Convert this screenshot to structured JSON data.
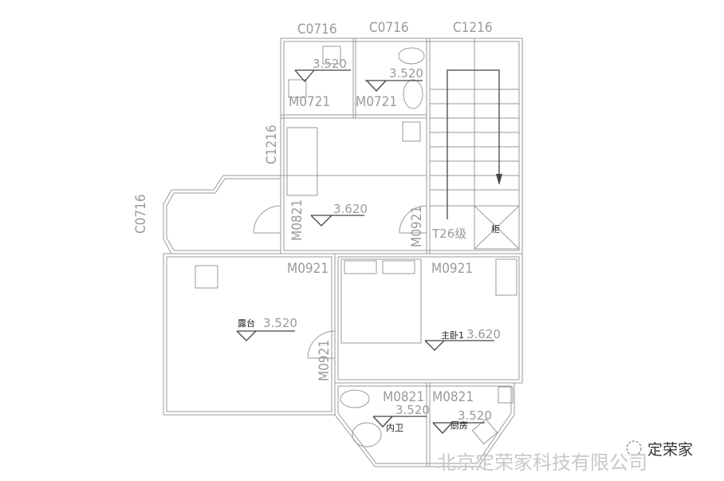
{
  "windows": {
    "c1": "C0716",
    "c2": "C0716",
    "c3": "C1216",
    "c4": "C1216",
    "c5": "C0716"
  },
  "doors": {
    "m1": "M0721",
    "m2": "M0721",
    "m3": "M0821",
    "m4": "M0921",
    "m5": "M0921",
    "m6": "M0921",
    "m7": "M0921",
    "m8": "M0821",
    "m9": "M0821"
  },
  "elevations": {
    "bath1": "3.520",
    "bath2": "3.520",
    "living": "3.620",
    "terrace": "3.520",
    "master": "3.620",
    "inner_bath": "3.520",
    "kitchen": "3.520"
  },
  "rooms": {
    "terrace": "露台",
    "master": "主卧1",
    "inner_bath": "内卫",
    "kitchen": "厨房",
    "cabinet": "柜",
    "stairs": "T26级"
  },
  "watermark": {
    "logo_text": "定荣家",
    "company": "北京定荣家科技有限公司"
  }
}
